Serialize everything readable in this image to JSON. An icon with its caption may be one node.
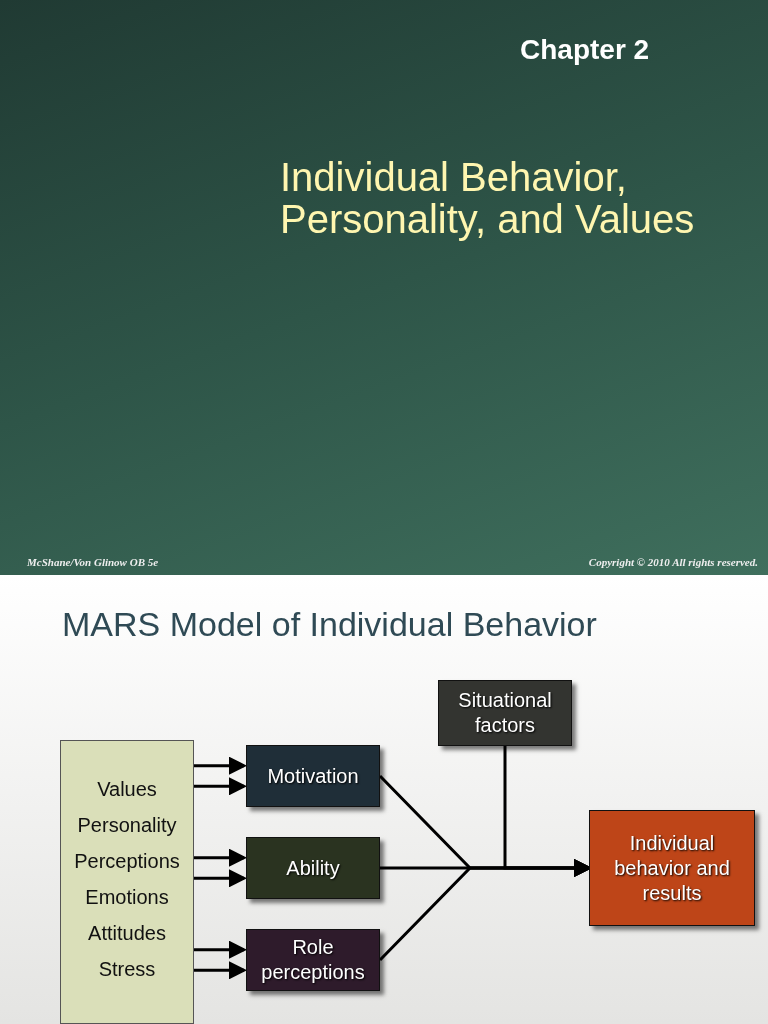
{
  "diagram": {
    "title": "MARS Model of Individual Behavior",
    "nodes": [
      {
        "text": [
          "Values",
          "Personality",
          "Perceptions",
          "Emotions",
          "Attitudes",
          "Stress"
        ]
      },
      {
        "text": [
          "Motivation"
        ]
      },
      {
        "text": [
          "Ability"
        ]
      },
      {
        "text": [
          "Role perceptions"
        ]
      },
      {
        "text": [
          "Situational factors"
        ]
      },
      {
        "text": [
          "Individual behavior and results"
        ]
      }
    ],
    "edges": [
      {
        "from": 0,
        "to": 1,
        "arrow": "to"
      },
      {
        "from": 0,
        "to": 1,
        "arrow": "to"
      },
      {
        "from": 0,
        "to": 2,
        "arrow": "to"
      },
      {
        "from": 0,
        "to": 2,
        "arrow": "to"
      },
      {
        "from": 0,
        "to": 3,
        "arrow": "to"
      },
      {
        "from": 0,
        "to": 3,
        "arrow": "to"
      },
      {
        "from": 1,
        "to": 5,
        "arrow": "to"
      },
      {
        "from": 2,
        "to": 5,
        "arrow": "to"
      },
      {
        "from": 3,
        "to": 5,
        "arrow": "to"
      },
      {
        "from": 4,
        "to": 5,
        "arrow": "to"
      }
    ],
    "labels": [
      "Chapter 2",
      "Individual Behavior, Personality, and Values",
      "McShane/Von Glinow OB 5e",
      "Copyright © 2010 All rights reserved."
    ]
  }
}
